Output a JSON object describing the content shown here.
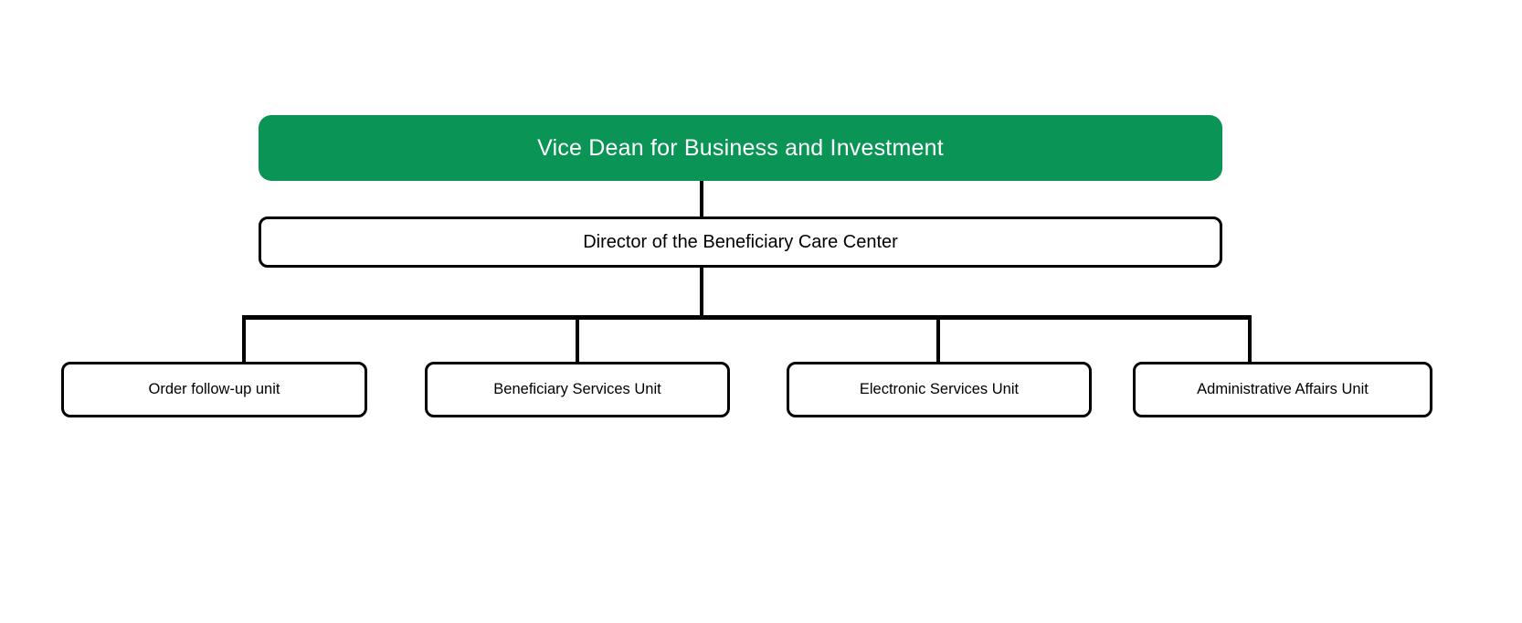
{
  "org_chart": {
    "root": {
      "label": "Vice Dean for Business and Investment"
    },
    "director": {
      "label": "Director of the Beneficiary Care Center"
    },
    "units": [
      {
        "label": "Order follow-up unit"
      },
      {
        "label": "Beneficiary Services Unit"
      },
      {
        "label": "Electronic Services Unit"
      },
      {
        "label": "Administrative Affairs Unit"
      }
    ],
    "colors": {
      "root_background": "#0A9455",
      "root_text": "#FFFFFF",
      "node_background": "#FFFFFF",
      "node_border": "#000000",
      "node_text": "#000000",
      "connector": "#000000",
      "page_background": "#FFFFFF"
    }
  }
}
